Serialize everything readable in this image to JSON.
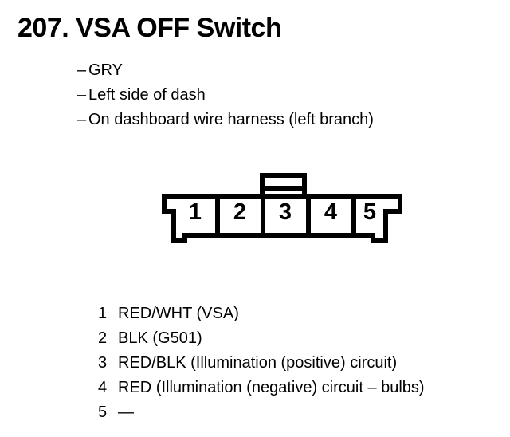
{
  "page": {
    "ink_color": "#000000",
    "paper_color": "#ffffff"
  },
  "title": "207. VSA OFF Switch",
  "details": [
    {
      "bullet": "–",
      "text": "GRY"
    },
    {
      "bullet": "–",
      "text": "Left side of dash"
    },
    {
      "bullet": "–",
      "text": "On dashboard wire harness (left branch)"
    }
  ],
  "connector": {
    "pins": [
      "1",
      "2",
      "3",
      "4",
      "5"
    ]
  },
  "pin_table": [
    {
      "pin": "1",
      "description": "RED/WHT (VSA)"
    },
    {
      "pin": "2",
      "description": "BLK (G501)"
    },
    {
      "pin": "3",
      "description": "RED/BLK (Illumination (positive) circuit)"
    },
    {
      "pin": "4",
      "description": "RED (Illumination (negative) circuit – bulbs)"
    },
    {
      "pin": "5",
      "description": "—"
    }
  ]
}
